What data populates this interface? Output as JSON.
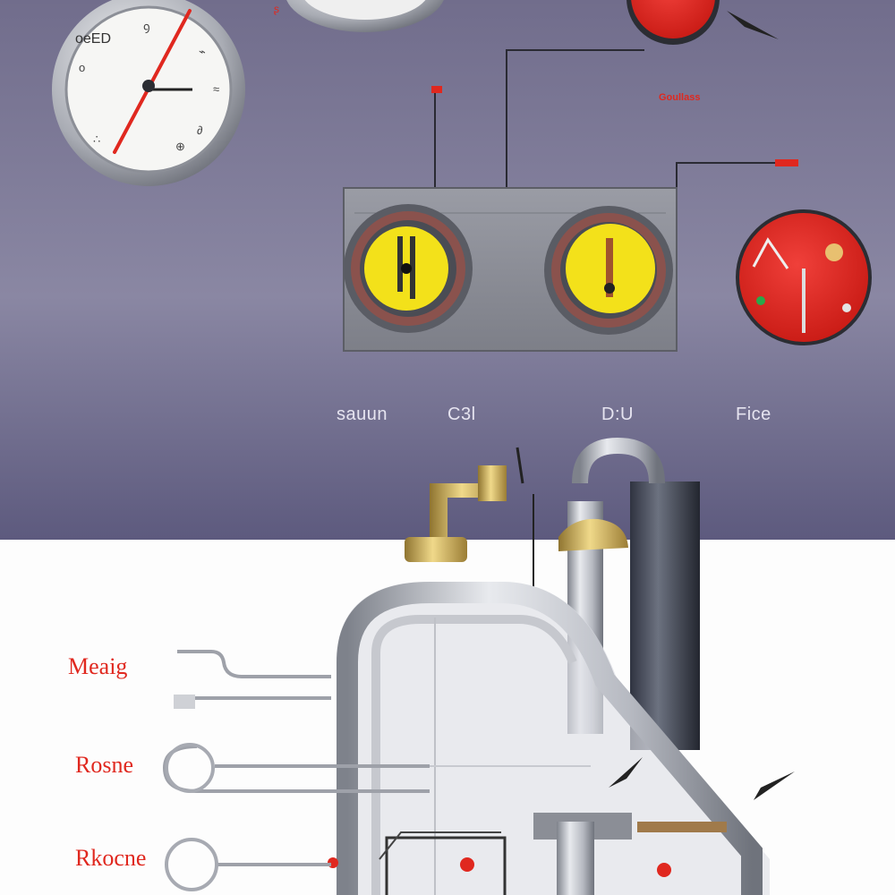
{
  "labels": {
    "top_right_note": "Goullass",
    "gauge_row": [
      "sauun",
      "C3l",
      "D:U",
      "Fice"
    ],
    "side": [
      "Meaig",
      "Rosne",
      "Rkocne"
    ]
  },
  "dial": {
    "face_text": "oeED"
  },
  "colors": {
    "background_top": "#6b6788",
    "background_bottom": "#ffffff",
    "accent_red": "#e0281f",
    "gauge_yellow": "#f3e11a",
    "panel_gray": "#8e9098",
    "pipe_silver": "#b9bcc4",
    "brass": "#c9ac5a"
  }
}
